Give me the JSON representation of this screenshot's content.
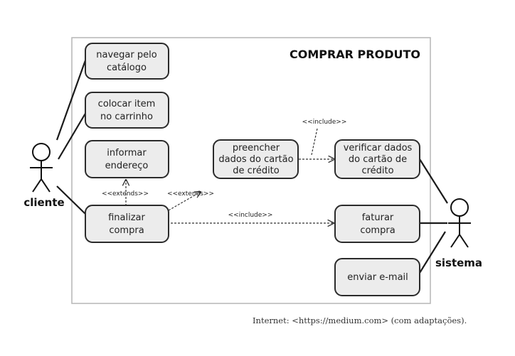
{
  "system_title": "COMPRAR PRODUTO",
  "actors": {
    "cliente": "cliente",
    "sistema": "sistema"
  },
  "use_cases": {
    "navegar": [
      "navegar pelo",
      "catálogo"
    ],
    "colocar": [
      "colocar item",
      "no carrinho"
    ],
    "informar": [
      "informar",
      "endereço"
    ],
    "finalizar": [
      "finalizar",
      "compra"
    ],
    "preencher": [
      "preencher",
      "dados do cartão",
      "de crédito"
    ],
    "verificar": [
      "verificar dados",
      "do cartão de",
      "crédito"
    ],
    "faturar": [
      "faturar",
      "compra"
    ],
    "enviar": [
      "enviar e-mail"
    ]
  },
  "relationships": {
    "extends_1": "<<extends>>",
    "extends_2": "<<extends>>",
    "include_1": "<<include>>",
    "include_2": "<<include>>"
  },
  "caption": "Internet: <https://medium.com> (com adaptações)."
}
